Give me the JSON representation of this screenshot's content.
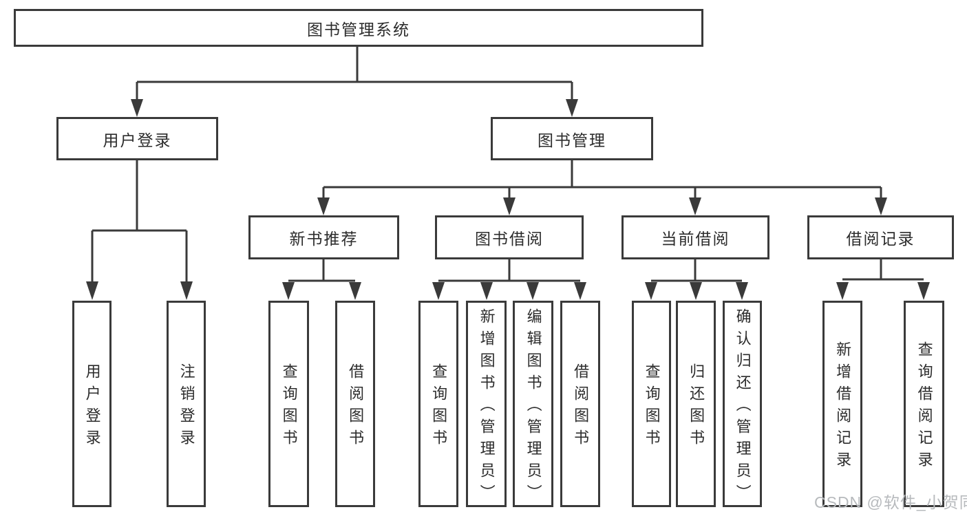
{
  "colors": {
    "line": "#3a3a3a",
    "box_border": "#3a3a3a",
    "text": "#2c2c2c",
    "watermark": "#b7babd",
    "background": "#ffffff"
  },
  "watermark": {
    "text": "CSDN @软件_小贺同学"
  },
  "tree": {
    "root": {
      "label": "图书管理系统",
      "children": [
        {
          "label": "用户登录",
          "children": [
            {
              "label": "用户登录"
            },
            {
              "label": "注销登录"
            }
          ]
        },
        {
          "label": "图书管理",
          "children": [
            {
              "label": "新书推荐",
              "children": [
                {
                  "label": "查询图书"
                },
                {
                  "label": "借阅图书"
                }
              ]
            },
            {
              "label": "图书借阅",
              "children": [
                {
                  "label": "查询图书"
                },
                {
                  "label": "新增图书（管理员）"
                },
                {
                  "label": "编辑图书（管理员）"
                },
                {
                  "label": "借阅图书"
                }
              ]
            },
            {
              "label": "当前借阅",
              "children": [
                {
                  "label": "查询图书"
                },
                {
                  "label": "归还图书"
                },
                {
                  "label": "确认归还（管理员）"
                }
              ]
            },
            {
              "label": "借阅记录",
              "children": [
                {
                  "label": "新增借阅记录"
                },
                {
                  "label": "查询借阅记录"
                }
              ]
            }
          ]
        }
      ]
    }
  }
}
